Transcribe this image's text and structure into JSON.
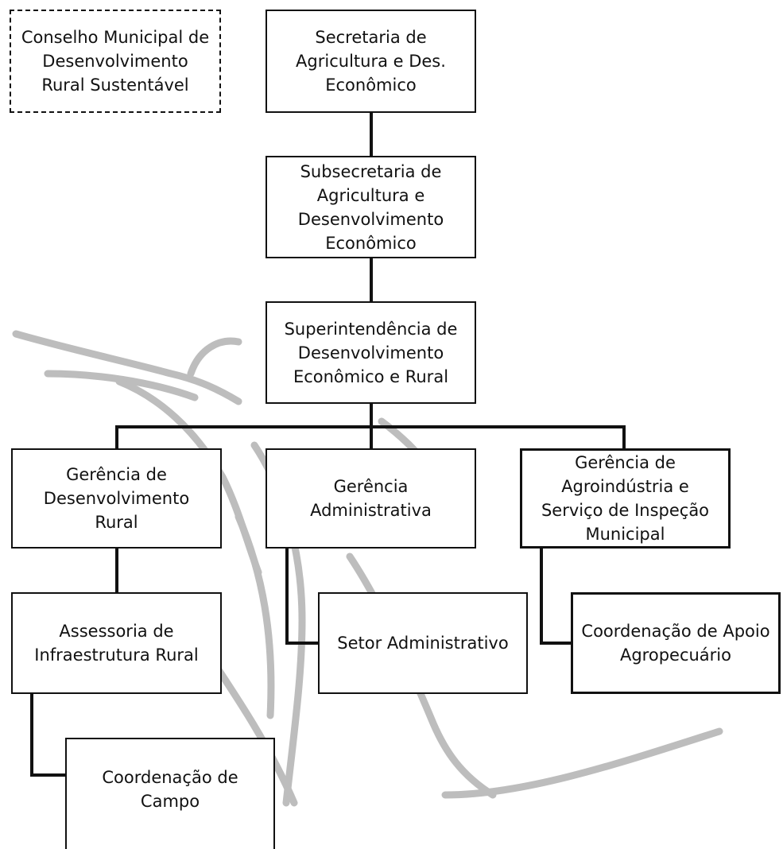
{
  "diagram": {
    "council": "Conselho Municipal de\nDesenvolvimento\nRural Sustentável",
    "secretaria": "Secretaria de\nAgricultura e Des.\nEconômico",
    "subsecretaria": "Subsecretaria de\nAgricultura e\nDesenvolvimento\nEconômico",
    "superintendencia": "Superintendência de\nDesenvolvimento\nEconômico e Rural",
    "gerencia_rural": "Gerência de\nDesenvolvimento\nRural",
    "gerencia_admin": "Gerência\nAdministrativa",
    "gerencia_agro": "Gerência  de\nAgroindústria e\nServiço de Inspeção\nMunicipal",
    "assessoria": "Assessoria  de\nInfraestrutura Rural",
    "setor_admin": "Setor Administrativo",
    "coord_apoio": "Coordenação de Apoio\nAgropecuário",
    "coord_campo": "Coordenação de\nCampo"
  },
  "colors": {
    "line": "#111111",
    "watermark": "#bdbdbd"
  }
}
